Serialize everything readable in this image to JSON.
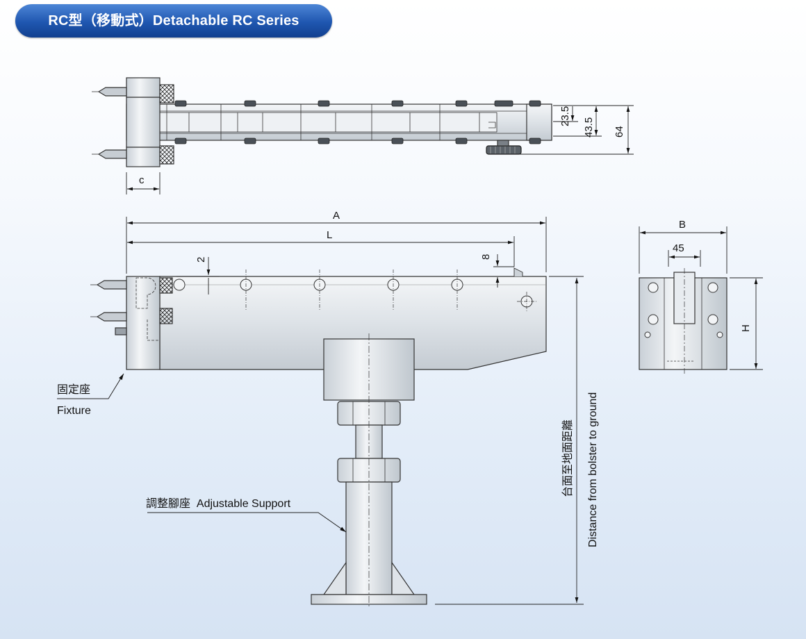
{
  "header": {
    "title": "RC型（移動式）Detachable RC Series"
  },
  "dimensions": {
    "c": "c",
    "d23_5": "23.5",
    "d43_5": "43.5",
    "d64": "64",
    "A": "A",
    "L": "L",
    "d2": "2",
    "d8": "8",
    "B": "B",
    "d45": "45",
    "H": "H"
  },
  "labels": {
    "fixture_zh": "固定座",
    "fixture_en": "Fixture",
    "support": "調整腳座  Adjustable Support",
    "distance_zh": "台面至地面距離",
    "distance_en": "Distance from bolster to ground"
  }
}
